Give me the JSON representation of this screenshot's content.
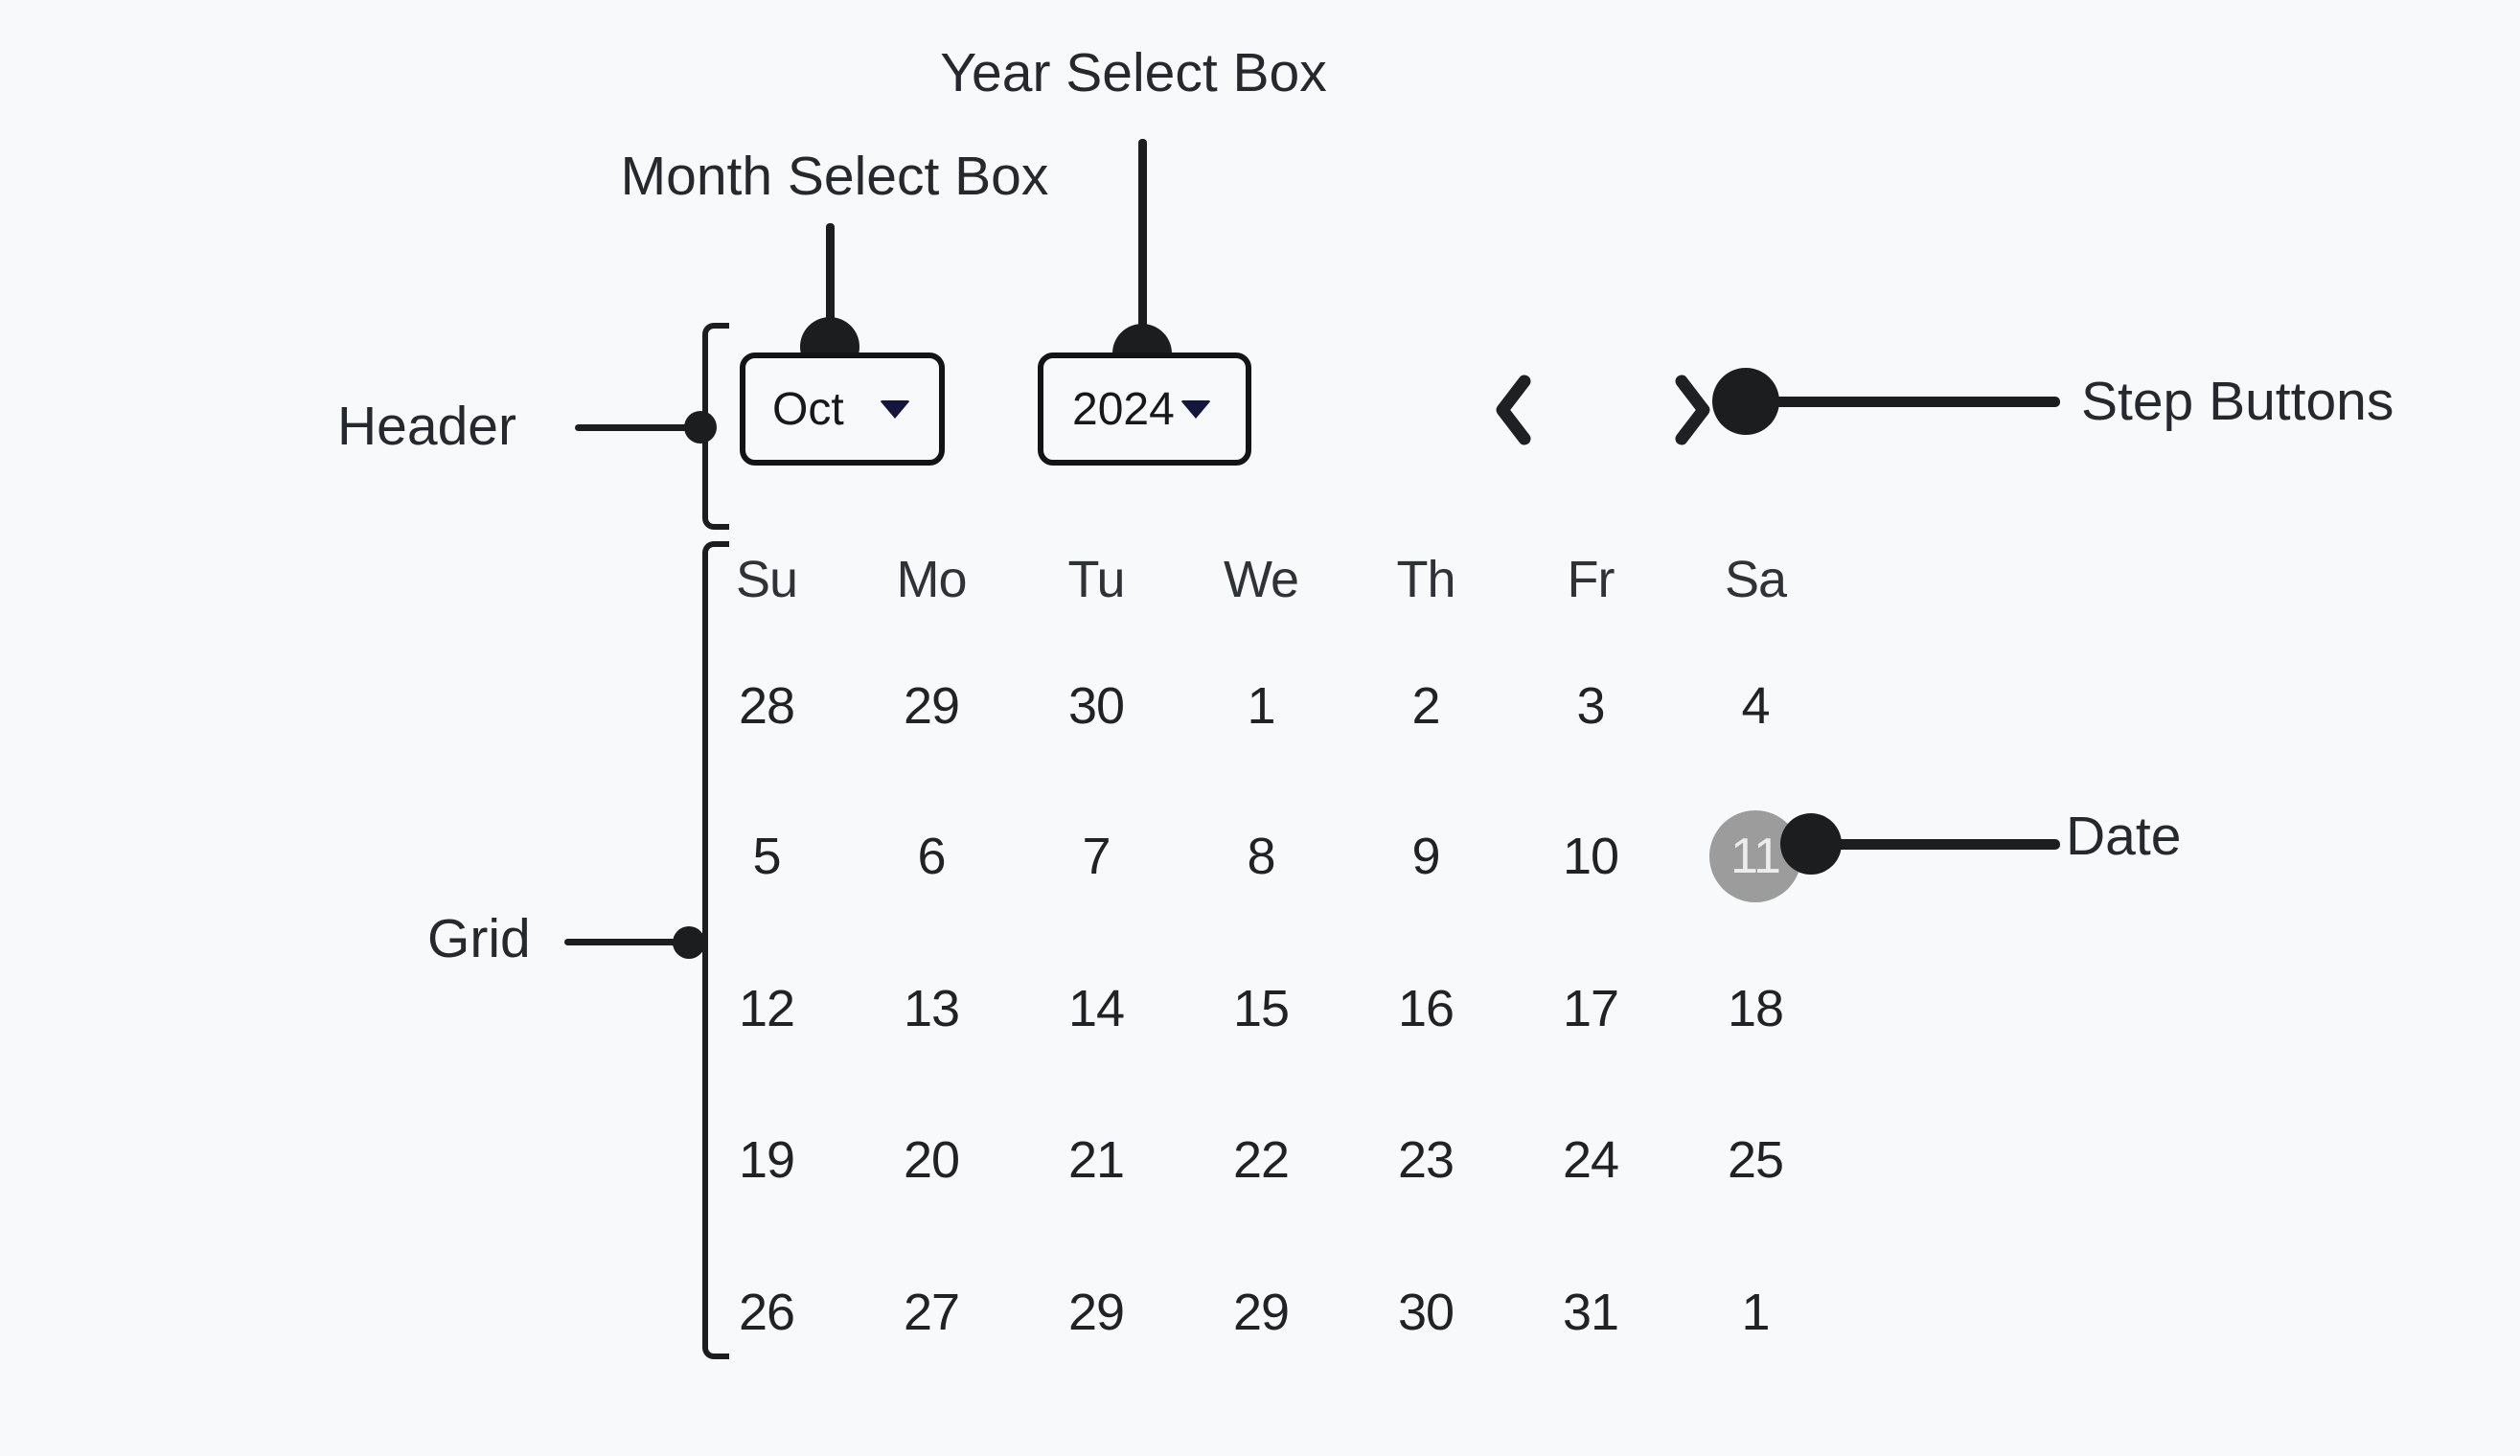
{
  "canvas": {
    "bg": "#f8f9fb",
    "ink": "#1c1d1f",
    "caret_color": "#15163c",
    "selected_circle_color": "#9c9c9c"
  },
  "annotations": {
    "year_label": "Year Select Box",
    "month_label": "Month Select Box",
    "header_label": "Header",
    "grid_label": "Grid",
    "step_label": "Step Buttons",
    "date_label": "Date"
  },
  "calendar": {
    "month": "Oct",
    "year": "2024",
    "day_headers": [
      "Su",
      "Mo",
      "Tu",
      "We",
      "Th",
      "Fr",
      "Sa"
    ],
    "weeks": [
      [
        "28",
        "29",
        "30",
        "1",
        "2",
        "3",
        "4"
      ],
      [
        "5",
        "6",
        "7",
        "8",
        "9",
        "10",
        "11"
      ],
      [
        "12",
        "13",
        "14",
        "15",
        "16",
        "17",
        "18"
      ],
      [
        "19",
        "20",
        "21",
        "22",
        "23",
        "24",
        "25"
      ],
      [
        "26",
        "27",
        "29",
        "29",
        "30",
        "31",
        "1"
      ]
    ],
    "selected": {
      "week": 1,
      "day": 6,
      "value": "11"
    }
  }
}
